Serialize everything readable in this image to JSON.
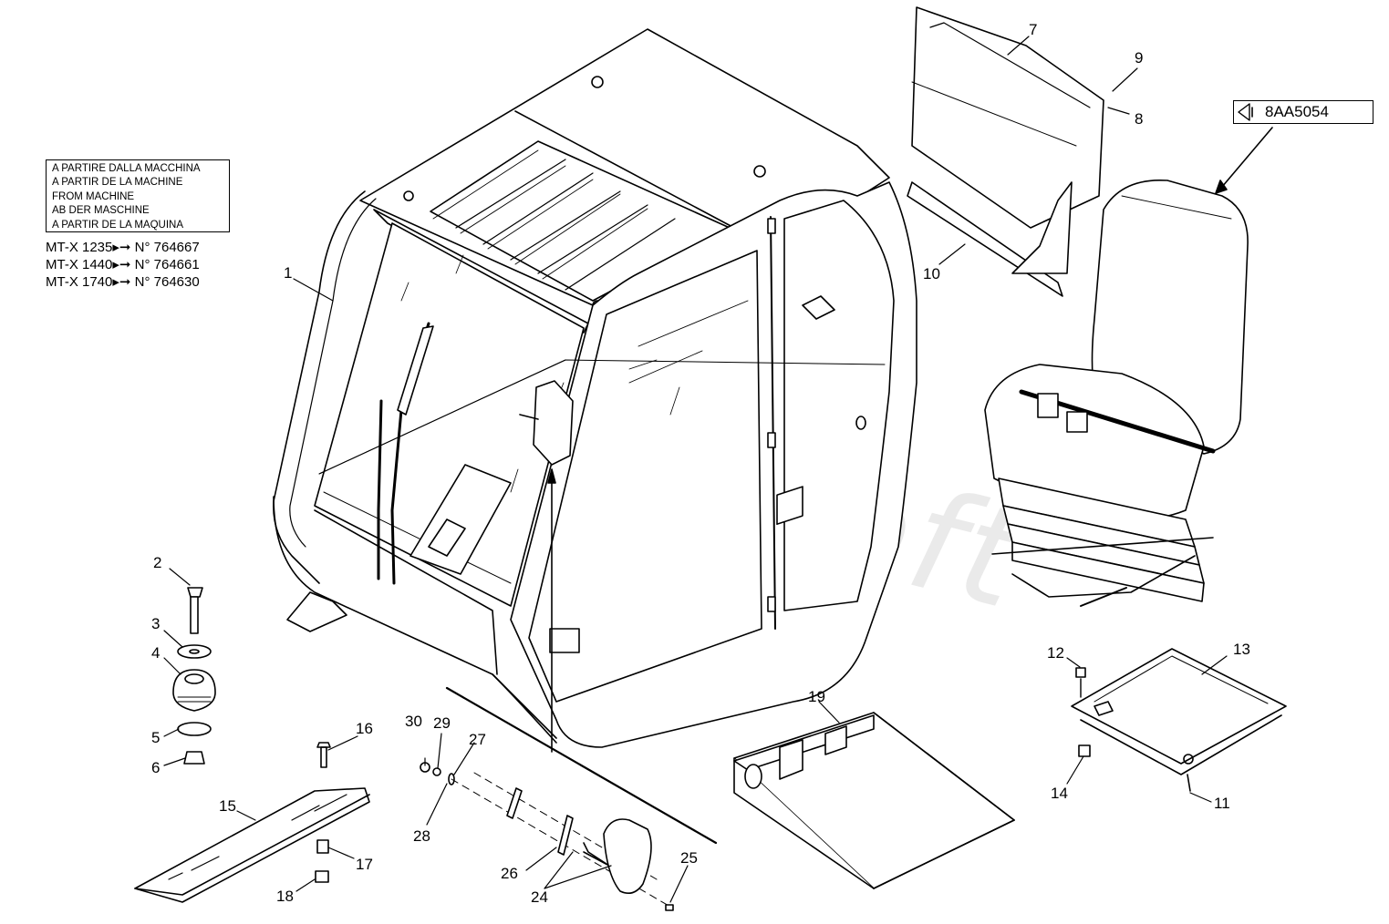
{
  "watermark": "AutoSoft",
  "serial_note": {
    "lines": [
      "A PARTIRE DALLA MACCHINA",
      "A PARTIR DE LA MACHINE",
      "FROM MACHINE",
      "AB DER MASCHINE",
      "A PARTIR DE LA MAQUINA"
    ],
    "models": [
      {
        "model": "MT-X 1235",
        "serial": "N° 764667"
      },
      {
        "model": "MT-X 1440",
        "serial": "N° 764661"
      },
      {
        "model": "MT-X 1740",
        "serial": "N° 764630"
      }
    ]
  },
  "reference": {
    "code": "8AA5054"
  },
  "callouts": {
    "c1": "1",
    "c2": "2",
    "c3": "3",
    "c4": "4",
    "c5": "5",
    "c6": "6",
    "c7": "7",
    "c8": "8",
    "c9": "9",
    "c10": "10",
    "c11": "11",
    "c12": "12",
    "c13": "13",
    "c14": "14",
    "c15": "15",
    "c16": "16",
    "c17": "17",
    "c18": "18",
    "c19": "19",
    "c24": "24",
    "c25": "25",
    "c26": "26",
    "c27": "27",
    "c28": "28",
    "c29": "29",
    "c30": "30"
  },
  "colors": {
    "line": "#000000",
    "fill": "#ffffff",
    "shade": "#e6e6e6",
    "watermark": "#d9d9d9"
  }
}
